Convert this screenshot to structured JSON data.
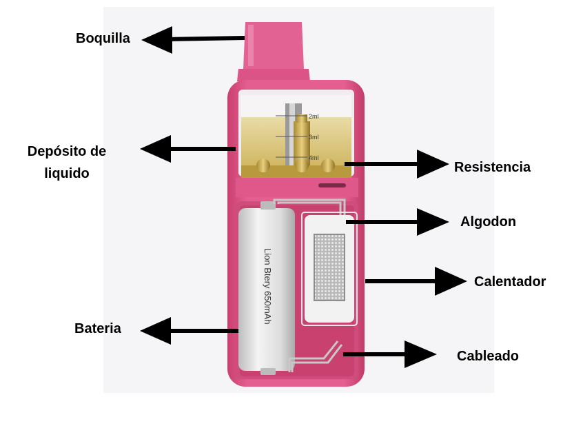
{
  "labels": {
    "boquilla": "Boquilla",
    "deposito_line1": "Depósito de",
    "deposito_line2": "liquido",
    "resistencia": "Resistencia",
    "algodon": "Algodon",
    "calentador": "Calentador",
    "bateria": "Bateria",
    "cableado": "Cableado"
  },
  "tank_marks": [
    "2ml",
    "3ml",
    "4ml"
  ],
  "battery_text": "Lion Btery 650mAh",
  "colors": {
    "body_pink": "#e0588a",
    "body_pink_light": "#f28db0",
    "liquid": "#d8c378",
    "battery": "#d9d9d9",
    "cotton": "#f2f2f2",
    "arrow": "#000000"
  }
}
